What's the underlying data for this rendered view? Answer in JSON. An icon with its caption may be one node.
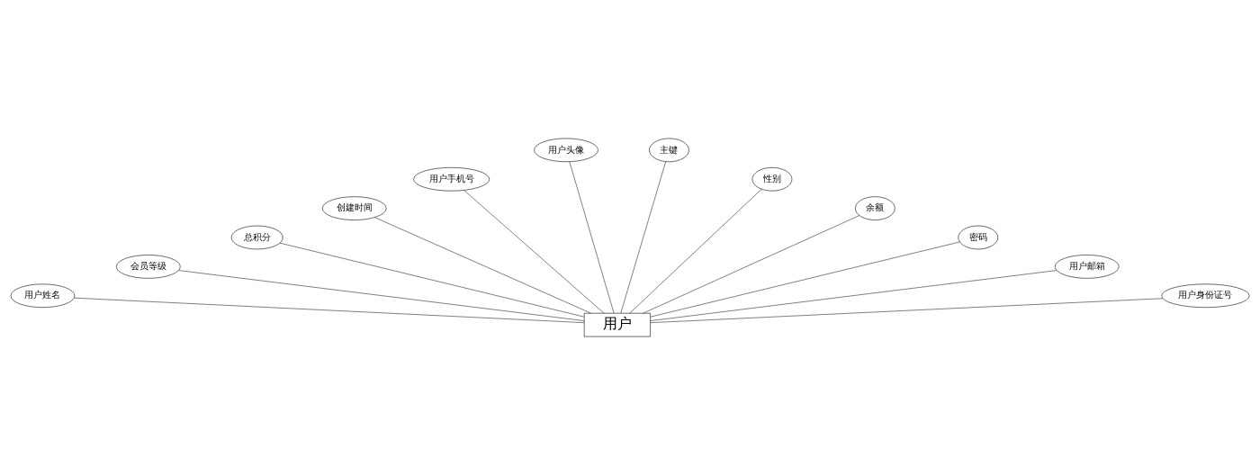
{
  "diagram": {
    "nodes": [
      {
        "text": [
          "用户姓名"
        ]
      },
      {
        "text": [
          "会员等级"
        ]
      },
      {
        "text": [
          "总积分"
        ]
      },
      {
        "text": [
          "创建时间"
        ]
      },
      {
        "text": [
          "用户手机号"
        ]
      },
      {
        "text": [
          "用户头像"
        ]
      },
      {
        "text": [
          "主键"
        ]
      },
      {
        "text": [
          "性别"
        ]
      },
      {
        "text": [
          "余额"
        ]
      },
      {
        "text": [
          "密码"
        ]
      },
      {
        "text": [
          "用户邮箱"
        ]
      },
      {
        "text": [
          "用户身份证号"
        ]
      },
      {
        "text": [
          "用户"
        ]
      }
    ],
    "edges": [
      {
        "from": 12,
        "to": 0,
        "arrow": "none"
      },
      {
        "from": 12,
        "to": 1,
        "arrow": "none"
      },
      {
        "from": 12,
        "to": 2,
        "arrow": "none"
      },
      {
        "from": 12,
        "to": 3,
        "arrow": "none"
      },
      {
        "from": 12,
        "to": 4,
        "arrow": "none"
      },
      {
        "from": 12,
        "to": 5,
        "arrow": "none"
      },
      {
        "from": 12,
        "to": 6,
        "arrow": "none"
      },
      {
        "from": 12,
        "to": 7,
        "arrow": "none"
      },
      {
        "from": 12,
        "to": 8,
        "arrow": "none"
      },
      {
        "from": 12,
        "to": 9,
        "arrow": "none"
      },
      {
        "from": 12,
        "to": 10,
        "arrow": "none"
      },
      {
        "from": 12,
        "to": 11,
        "arrow": "none"
      }
    ]
  }
}
